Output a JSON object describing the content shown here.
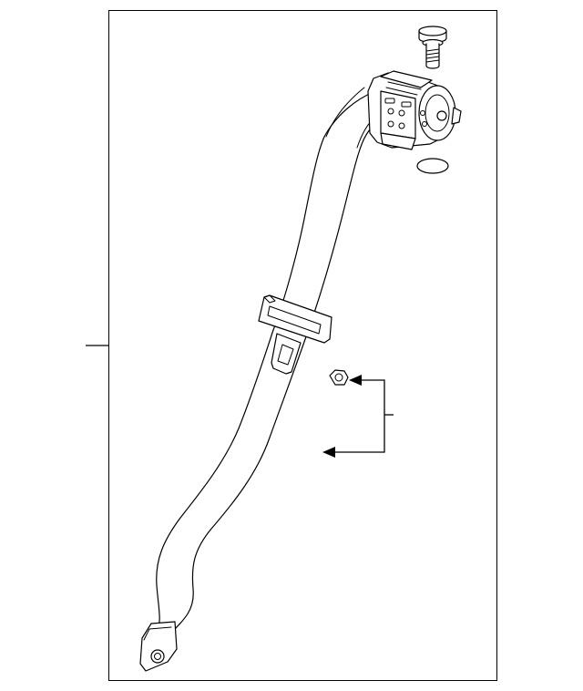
{
  "diagram": {
    "type": "exploded-parts-diagram",
    "subject": "rear-seat-belt-assembly",
    "line_color": "#000000",
    "background_color": "#ffffff",
    "parts": [
      {
        "name": "belt-webbing"
      },
      {
        "name": "retractor"
      },
      {
        "name": "mounting-bolt"
      },
      {
        "name": "o-ring-washer"
      },
      {
        "name": "sliding-latch-plate"
      },
      {
        "name": "hex-nut"
      },
      {
        "name": "lower-anchor-plate"
      }
    ],
    "callouts": [
      {
        "target": "seat-belt-assembly",
        "style": "leader-line"
      },
      {
        "target": "hex-nut",
        "style": "bracket-arrows"
      }
    ]
  }
}
